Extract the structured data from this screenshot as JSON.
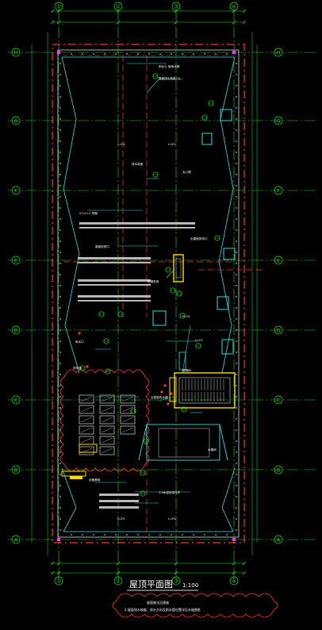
{
  "drawing": {
    "title": "屋顶平面图",
    "scale": "1:100",
    "note_line1": "屋面做法见建施",
    "note_line2": "2.屋面排水坡度、排水方向及雨水管位置详见水施图纸"
  },
  "grid_columns": [
    "①",
    "②",
    "③",
    "④"
  ],
  "grid_rows": [
    "H",
    "G",
    "F",
    "E",
    "D",
    "C",
    "B",
    "A"
  ],
  "annotations": [
    "雨水斗 接雨水管",
    "屋面排水坡度2%",
    "i=2%",
    "i=2%",
    "i=2%",
    "i=2%",
    "排水坡度",
    "女儿墙",
    "出屋面排风口",
    "2.5×1.2 风帽",
    "屋面检修口",
    "水箱间",
    "楼梯间",
    "电梯机房",
    "太阳能热水器",
    "i=1%",
    "i=1%",
    "雨水口",
    "排风道",
    "设备基础",
    "1:3水泥砂浆找平"
  ],
  "colors": {
    "background": "#000000",
    "grid": "#22dd22",
    "outline": "#ff3333",
    "structure": "#d9d9d9",
    "cyan": "#33dddd",
    "yellow": "#ffdd00",
    "magenta": "#ff33ff",
    "text": "#ffffff"
  }
}
